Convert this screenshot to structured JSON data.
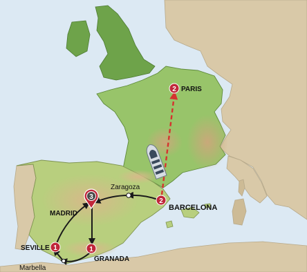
{
  "colors": {
    "sea": "#dce9f3",
    "land_other": "#d9c9a8",
    "land_spain": "#b8cf7e",
    "land_france": "#98c46a",
    "uk": "#6ea34a",
    "route_dark": "#1a1a1a",
    "route_red": "#d5332f",
    "marker": "#c0273a"
  },
  "cities": {
    "paris": {
      "label": "PARIS",
      "nights": "2"
    },
    "barcelona": {
      "label": "BARCELONA",
      "nights": "2"
    },
    "zaragoza": {
      "label": "Zaragoza"
    },
    "madrid": {
      "label": "MADRID",
      "nights": "3"
    },
    "seville": {
      "label": "SEVILLE",
      "nights": "1"
    },
    "granada": {
      "label": "GRANADA",
      "nights": "1"
    },
    "marbella": {
      "label": "Marbella"
    }
  },
  "transport": {
    "icon": "high-speed-train-icon"
  }
}
